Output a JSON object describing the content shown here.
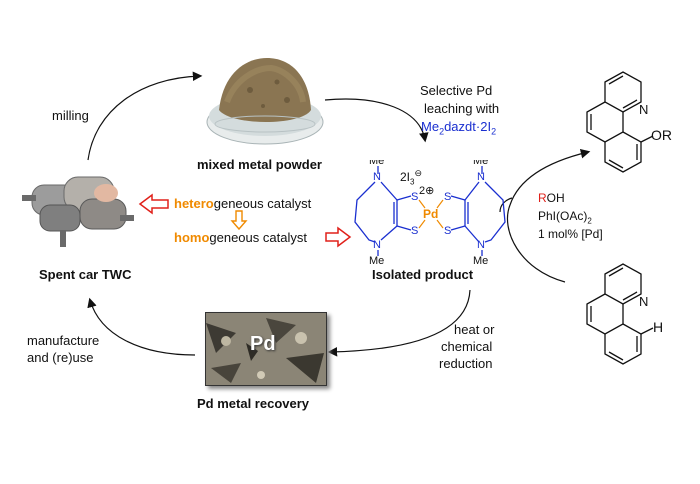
{
  "labels": {
    "milling": "milling",
    "mixed_powder": "mixed metal powder",
    "leach_line1": "Selective Pd",
    "leach_line2": "leaching with",
    "reagent_me2": "Me",
    "reagent_sub2": "2",
    "reagent_dazdt": "dazdt·2I",
    "reagent_sub2b": "2",
    "spent": "Spent car TWC",
    "hetero_prefix": "hetero",
    "hetero_suffix": "geneous catalyst",
    "homo_prefix": "homo",
    "homo_suffix": "geneous catalyst",
    "isolated": "Isolated product",
    "manufacture_line1": "manufacture",
    "manufacture_line2": "and (re)use",
    "heat_line1": "heat or",
    "heat_line2": "chemical",
    "heat_line3": "reduction",
    "pd_recovery": "Pd metal recovery",
    "pd_photo_label": "Pd",
    "cond_roh_r": "R",
    "cond_roh_oh": "OH",
    "cond_phi": "PhI(OAc)",
    "cond_phi_sub": "2",
    "cond_loading": "1 mol% [Pd]"
  },
  "molecule": {
    "me": "Me",
    "n": "N",
    "s": "S",
    "pd": "Pd",
    "charge": "2⊕",
    "counterion": "2I",
    "counterion_sub": "3",
    "counterion_charge": "⊖"
  },
  "product_labels": {
    "n": "N",
    "or": "OR",
    "h": "H"
  },
  "colors": {
    "blue": "#1a2fd0",
    "red": "#e0201a",
    "orange": "#f08a00",
    "pd_orange": "#f08a00"
  }
}
